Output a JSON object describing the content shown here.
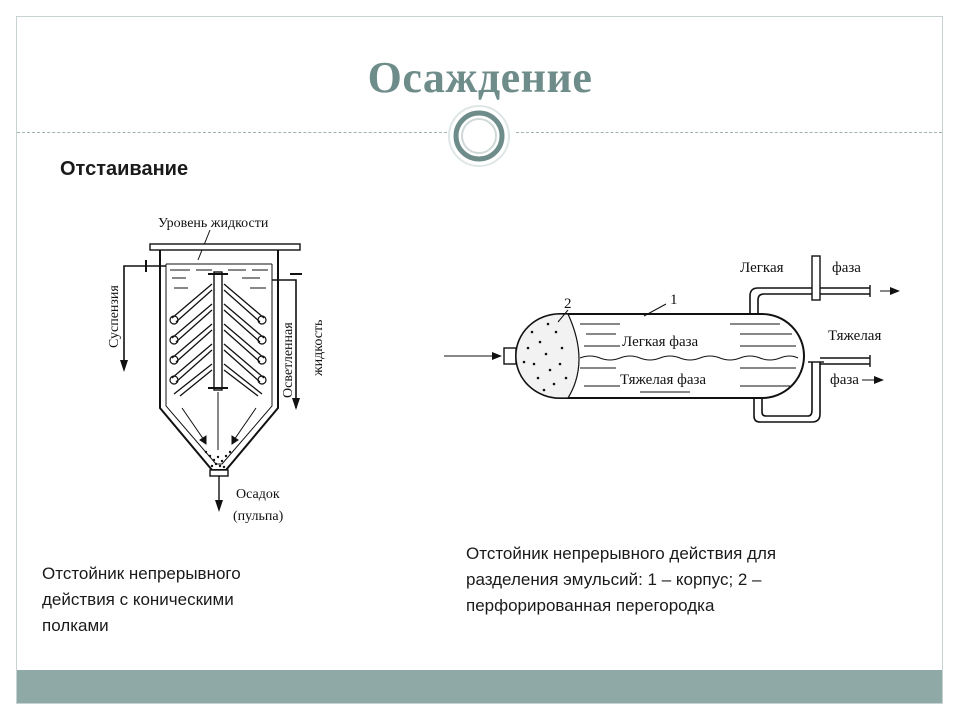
{
  "slide": {
    "title": "Осаждение",
    "subtitle": "Отстаивание"
  },
  "left_diagram": {
    "labels": {
      "level": "Уровень жидкости",
      "suspension": "Суспензия",
      "clarified": "Осветленная",
      "liquid": "жидкость",
      "sediment": "Осадок",
      "pulp": "(пульпа)"
    }
  },
  "right_diagram": {
    "labels": {
      "num2": "2",
      "num1": "1",
      "light_inside": "Легкая фаза",
      "heavy_inside": "Тяжелая фаза",
      "light_out_1": "Легкая",
      "light_out_2": "фаза",
      "heavy_out_1": "Тяжелая",
      "heavy_out_2": "фаза"
    }
  },
  "captions": {
    "left": [
      "Отстойник непрерывного",
      "действия с коническими",
      "полками"
    ],
    "right": [
      "Отстойник непрерывного действия для",
      "разделения эмульсий: 1 – корпус; 2 –",
      "перфорированная перегородка"
    ]
  },
  "colors": {
    "accent": "#6e8d8a",
    "footer": "#8fa9a7"
  }
}
